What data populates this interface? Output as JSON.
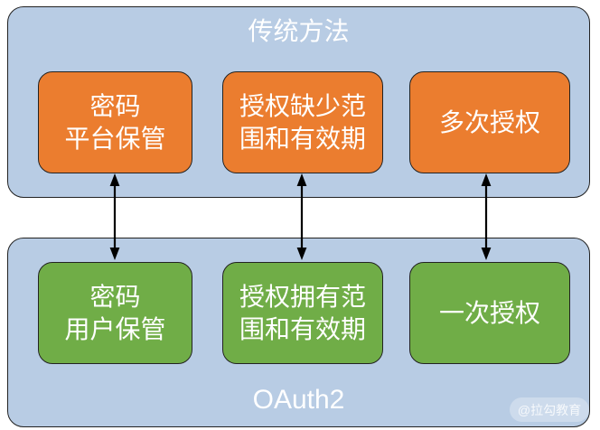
{
  "panels": {
    "traditional": {
      "title": "传统方法",
      "items": [
        {
          "label": "密码\n平台保管"
        },
        {
          "label": "授权缺少范\n围和有效期"
        },
        {
          "label": "多次授权"
        }
      ]
    },
    "oauth2": {
      "title": "OAuth2",
      "items": [
        {
          "label": "密码\n用户保管"
        },
        {
          "label": "授权拥有范\n围和有效期"
        },
        {
          "label": "一次授权"
        }
      ]
    }
  },
  "watermark": "@拉勾教育",
  "colors": {
    "panel_bg": "#B8CCE4",
    "box_traditional": "#EB7D2F",
    "box_oauth2": "#70AD47",
    "label_text": "#FFFFFF",
    "arrow": "#000000",
    "border": "#222222"
  }
}
